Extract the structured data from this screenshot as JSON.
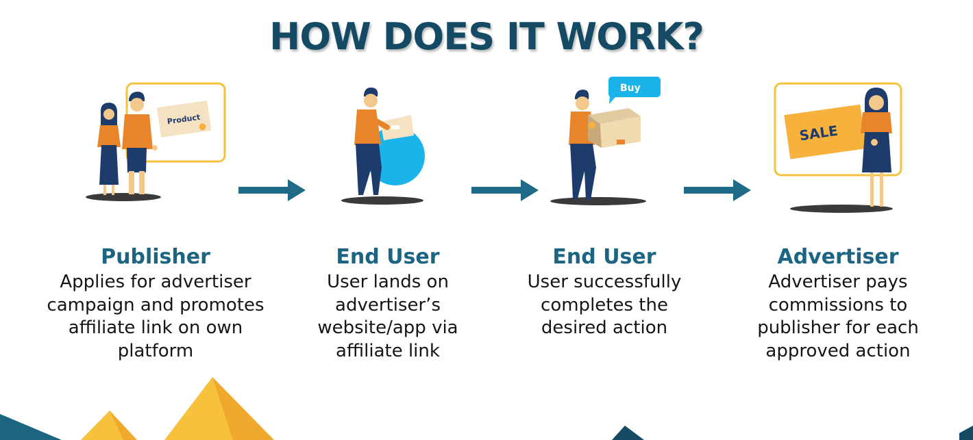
{
  "title": "HOW DOES IT WORK?",
  "steps": [
    {
      "heading": "Publisher",
      "desc": "Applies for advertiser campaign and promotes affiliate link on own platform",
      "card_label": "Product"
    },
    {
      "heading": "End User",
      "desc": "User lands on advertiser’s website/app via affiliate link"
    },
    {
      "heading": "End User",
      "desc": "User successfully completes the desired action",
      "bubble_label": "Buy"
    },
    {
      "heading": "Advertiser",
      "desc": "Advertiser pays commissions to publisher for each approved action",
      "card_label": "SALE"
    }
  ],
  "colors": {
    "title": "#144a63",
    "heading": "#1b6583",
    "arrow": "#1f6a86",
    "orange": "#e8842a",
    "navy": "#1d3b6b",
    "yellow": "#f6c23c",
    "cyan": "#1ab3ea",
    "card": "#f4e2c3"
  }
}
